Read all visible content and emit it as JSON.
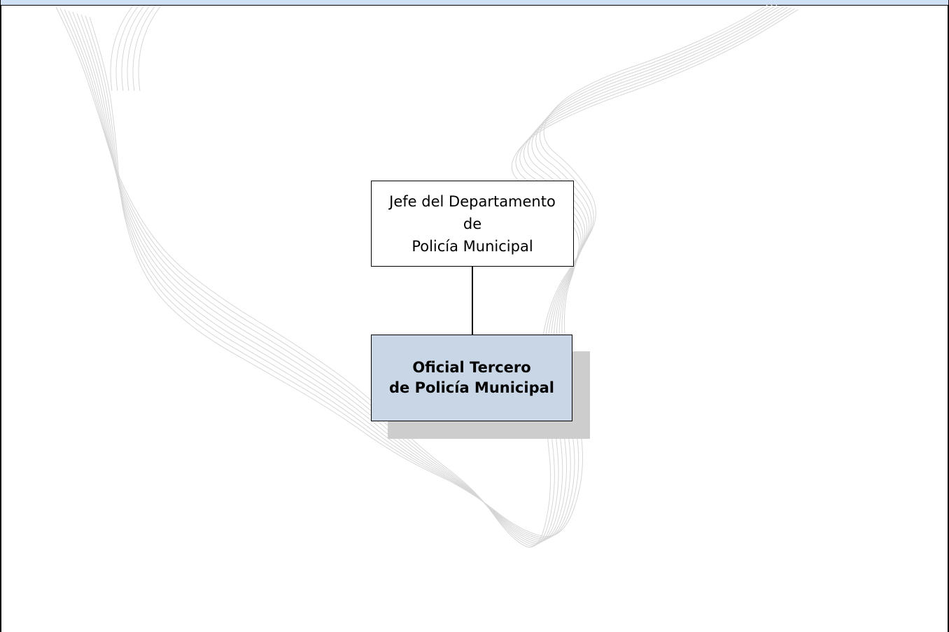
{
  "colors": {
    "top_band": "#cfe0f7",
    "officer_box_fill": "#c9d6e6",
    "shadow": "#cdcdcd",
    "watermark_lines": "#d6d6d6"
  },
  "org_chart": {
    "chief": {
      "lines": [
        "Jefe del Departamento",
        "de",
        "Policía Municipal"
      ]
    },
    "officer": {
      "lines": [
        "Oficial Tercero",
        "de Policía Municipal"
      ]
    }
  }
}
